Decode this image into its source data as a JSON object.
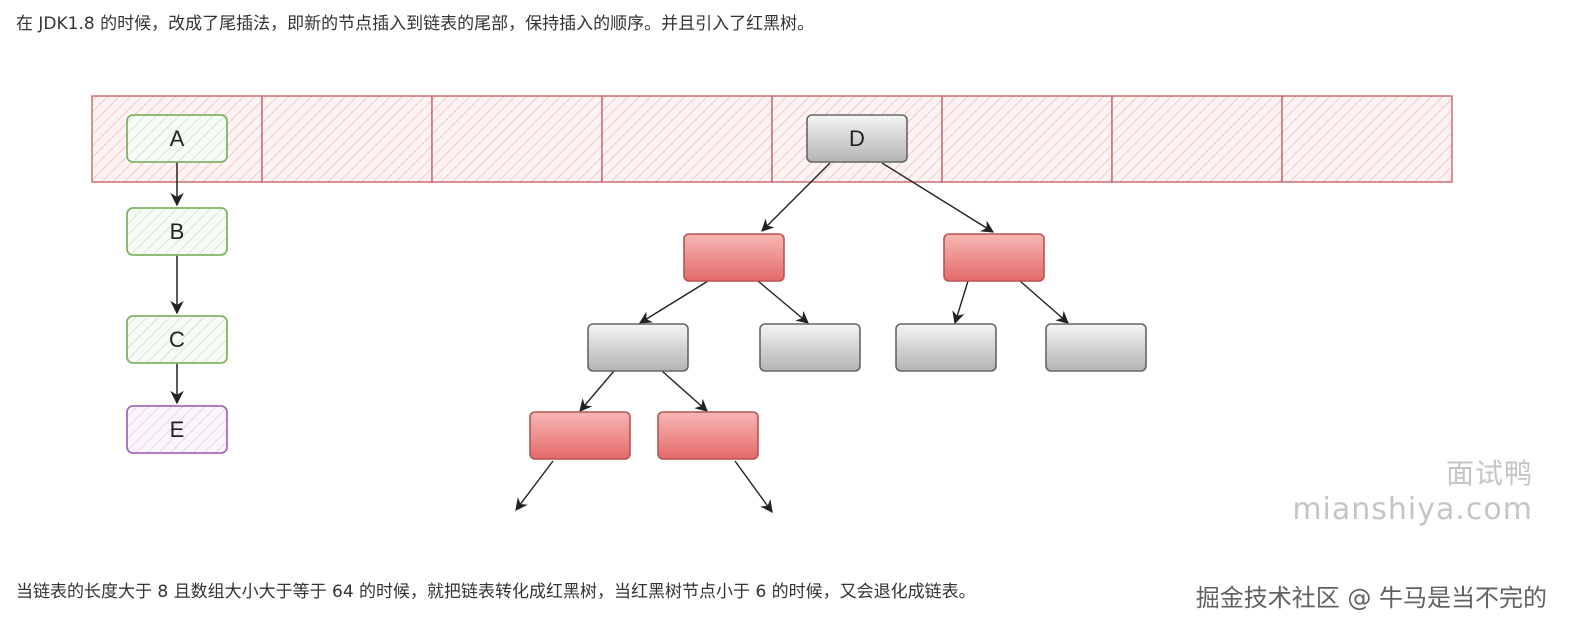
{
  "text": {
    "intro": "在 JDK1.8 的时候，改成了尾插法，即新的节点插入到链表的尾部，保持插入的顺序。并且引入了红黑树。",
    "outro": "当链表的长度大于 8 且数组大小大于等于 64 的时候，就把链表转化成红黑树，当红黑树节点小于 6 的时候，又会退化成链表。"
  },
  "watermarks": {
    "site_name": "面试鸭",
    "site_url": "mianshiya.com",
    "juejin": "掘金技术社区 @ 牛马是当不完的"
  },
  "diagram": {
    "bucket_count": 8,
    "list_nodes": [
      "A",
      "B",
      "C",
      "E"
    ],
    "tree_root": "D",
    "colors": {
      "bucket_stroke": "#c4686a",
      "bucket_hatch": "#f2c9c9",
      "list_stroke": "#82b366",
      "list_hatch": "#d5e8d4",
      "last_node_stroke": "#a66bbe",
      "last_node_hatch": "#e6d6ef",
      "red_node_top": "#f7b7b5",
      "red_node_bottom": "#e36a68",
      "red_node_stroke": "#b85450",
      "black_node_top": "#f5f5f5",
      "black_node_bottom": "#b3b3b3",
      "black_node_stroke": "#666666"
    }
  }
}
